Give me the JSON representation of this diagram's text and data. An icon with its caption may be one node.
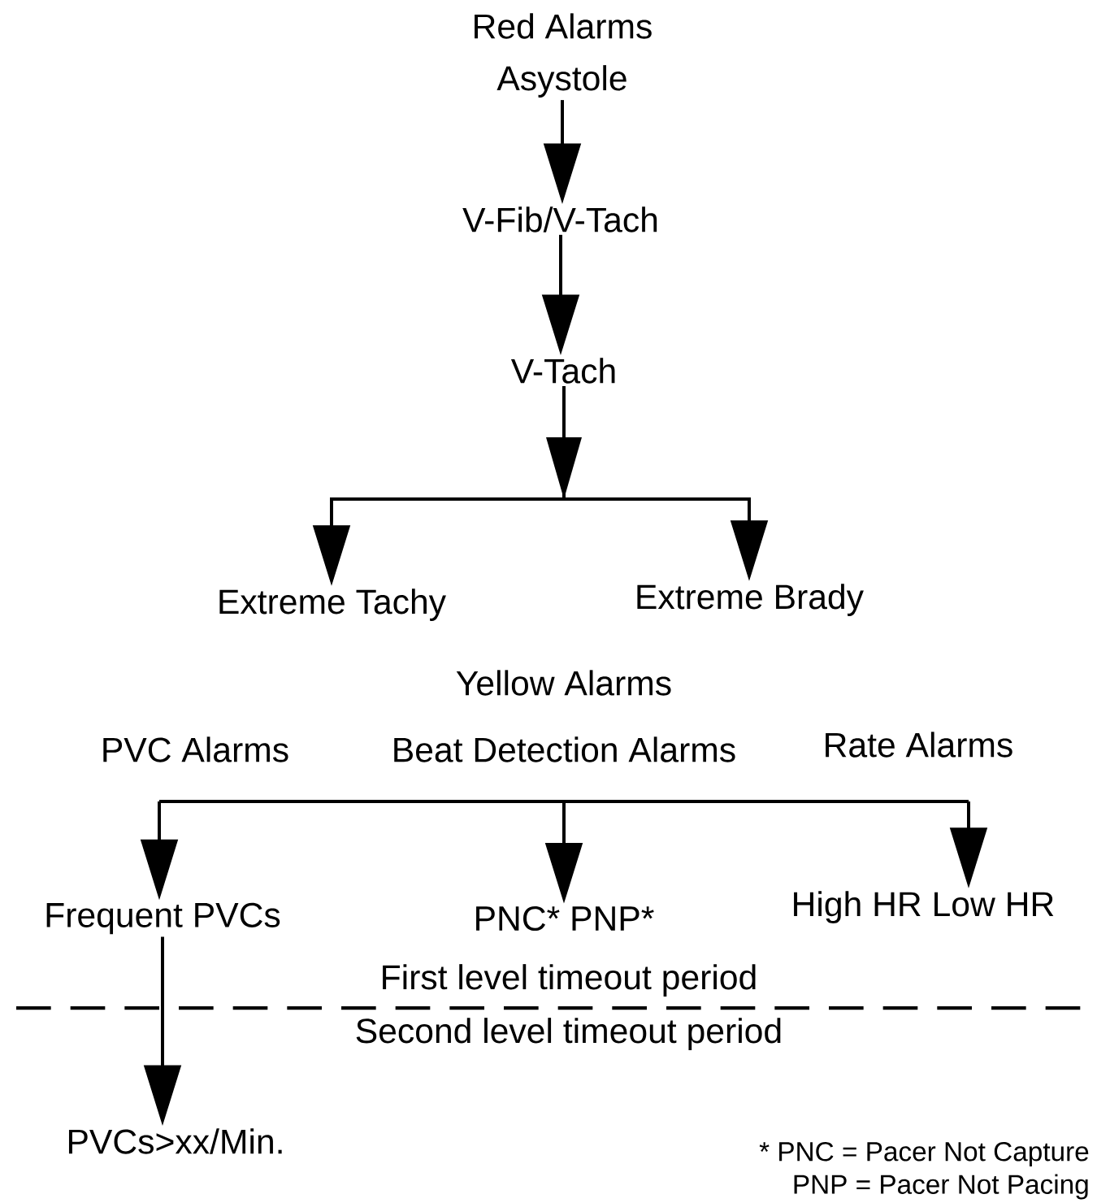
{
  "diagram": {
    "nodes": [
      {
        "text": [
          "Asystole"
        ]
      },
      {
        "text": [
          "V-Fib/V-Tach"
        ]
      },
      {
        "text": [
          "V-Tach"
        ]
      },
      {
        "text": [
          "Extreme Tachy"
        ]
      },
      {
        "text": [
          "Extreme Brady"
        ]
      },
      {
        "text": [
          "Frequent PVCs"
        ]
      },
      {
        "text": [
          "PNC* PNP*"
        ]
      },
      {
        "text": [
          "High HR Low HR"
        ]
      },
      {
        "text": [
          "PVCs>xx/Min."
        ]
      }
    ],
    "edges": [
      {
        "from": 0,
        "to": 1,
        "arrow": "to"
      },
      {
        "from": 1,
        "to": 2,
        "arrow": "to"
      },
      {
        "from": 2,
        "to": 3,
        "arrow": "to"
      },
      {
        "from": 2,
        "to": 4,
        "arrow": "to"
      },
      {
        "from": null,
        "to": 5,
        "arrow": "to"
      },
      {
        "from": null,
        "to": 6,
        "arrow": "to"
      },
      {
        "from": null,
        "to": 7,
        "arrow": "to"
      },
      {
        "from": 5,
        "to": 8,
        "arrow": "to"
      }
    ],
    "labels": [
      "Red Alarms",
      "Yellow Alarms",
      "PVC Alarms",
      "Beat Detection Alarms",
      "Rate Alarms",
      "First level timeout period",
      "Second level timeout period",
      "* PNC = Pacer Not Capture",
      "PNP = Pacer Not Pacing"
    ]
  }
}
